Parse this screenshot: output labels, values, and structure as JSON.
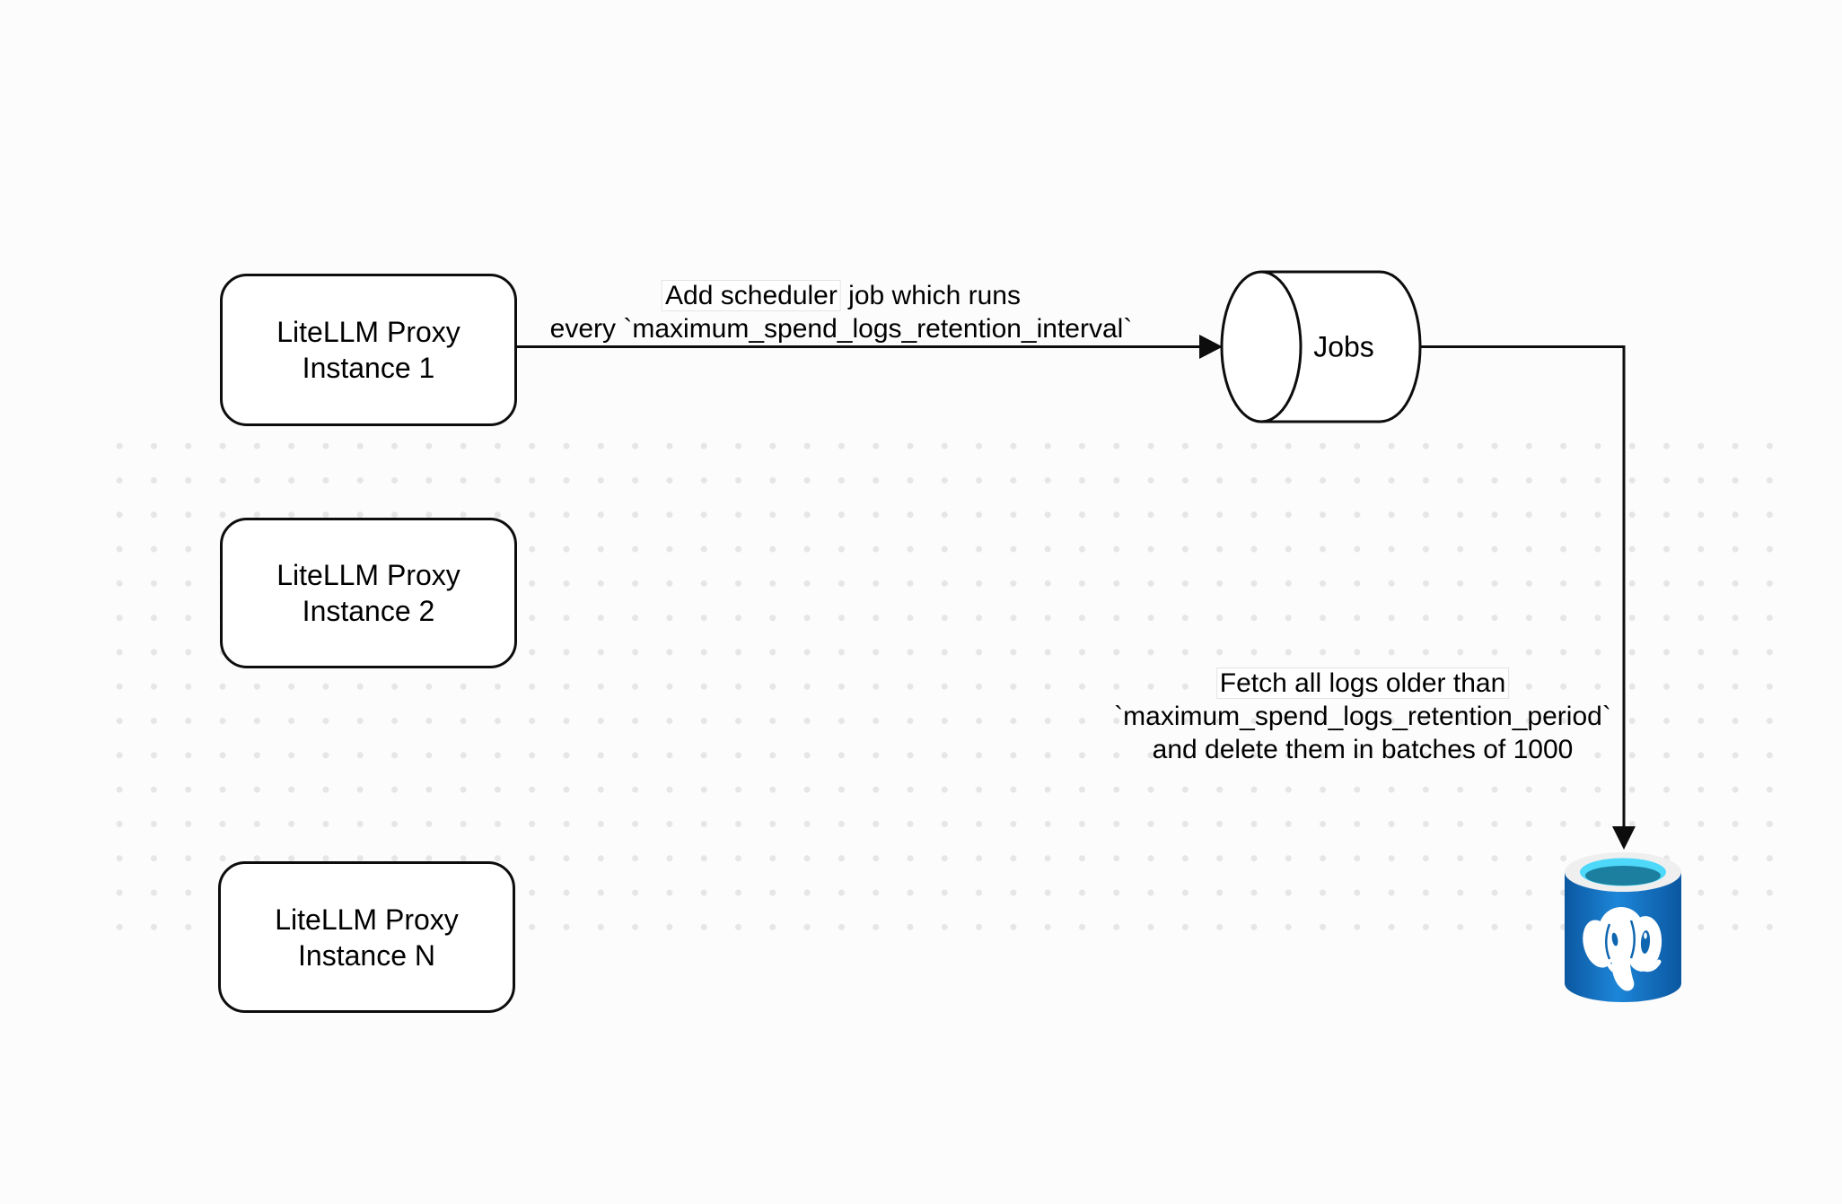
{
  "canvas": {
    "width": "2052",
    "height": "1342"
  },
  "nodes": {
    "instances": [
      {
        "line1": "LiteLLM Proxy",
        "line2": "Instance 1"
      },
      {
        "line1": "LiteLLM Proxy",
        "line2": "Instance 2"
      },
      {
        "line1": "LiteLLM Proxy",
        "line2": "Instance N"
      }
    ],
    "jobs": {
      "label": "Jobs"
    },
    "database": {
      "icon": "postgresql-database-icon"
    }
  },
  "edges": {
    "schedule": {
      "line1_highlight": "Add scheduler",
      "line1_rest": " job which runs",
      "line2": "every `maximum_spend_logs_retention_interval`"
    },
    "cleanup": {
      "line1": "Fetch all logs older than",
      "line2": "`maximum_spend_logs_retention_period`",
      "line3": "and delete them in batches of 1000"
    }
  },
  "colors": {
    "stroke": "#0d0d0d",
    "dot_grid": "#e6e6e6",
    "postgres_blue_dark": "#0b57a0",
    "postgres_blue": "#0f66b0",
    "postgres_blue_light": "#1d86d8",
    "postgres_rim": "#efefef",
    "postgres_cyan": "#4ed8f9",
    "postgres_teal": "#1d7f9f"
  }
}
